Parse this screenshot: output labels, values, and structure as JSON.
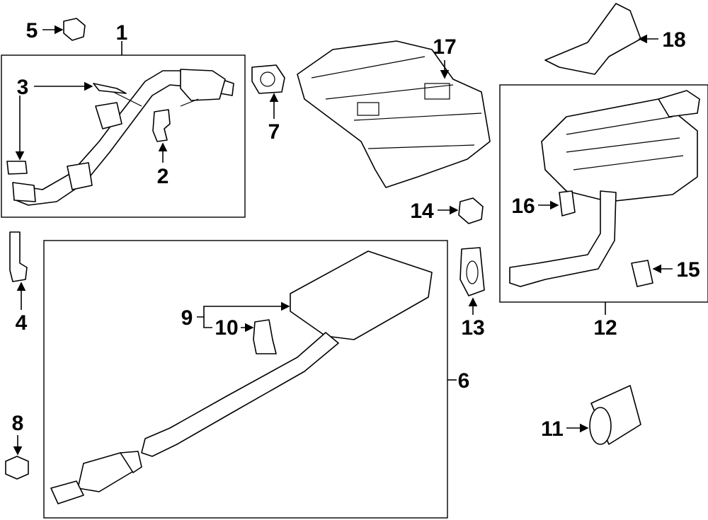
{
  "diagram": {
    "callouts": [
      {
        "id": "1",
        "text": "1"
      },
      {
        "id": "2",
        "text": "2"
      },
      {
        "id": "3",
        "text": "3"
      },
      {
        "id": "4",
        "text": "4"
      },
      {
        "id": "5",
        "text": "5"
      },
      {
        "id": "6",
        "text": "6"
      },
      {
        "id": "7",
        "text": "7"
      },
      {
        "id": "8",
        "text": "8"
      },
      {
        "id": "9",
        "text": "9"
      },
      {
        "id": "10",
        "text": "10"
      },
      {
        "id": "11",
        "text": "11"
      },
      {
        "id": "12",
        "text": "12"
      },
      {
        "id": "13",
        "text": "13"
      },
      {
        "id": "14",
        "text": "14"
      },
      {
        "id": "15",
        "text": "15"
      },
      {
        "id": "16",
        "text": "16"
      },
      {
        "id": "17",
        "text": "17"
      },
      {
        "id": "18",
        "text": "18"
      }
    ],
    "line_color": "#000000",
    "background": "#ffffff"
  }
}
